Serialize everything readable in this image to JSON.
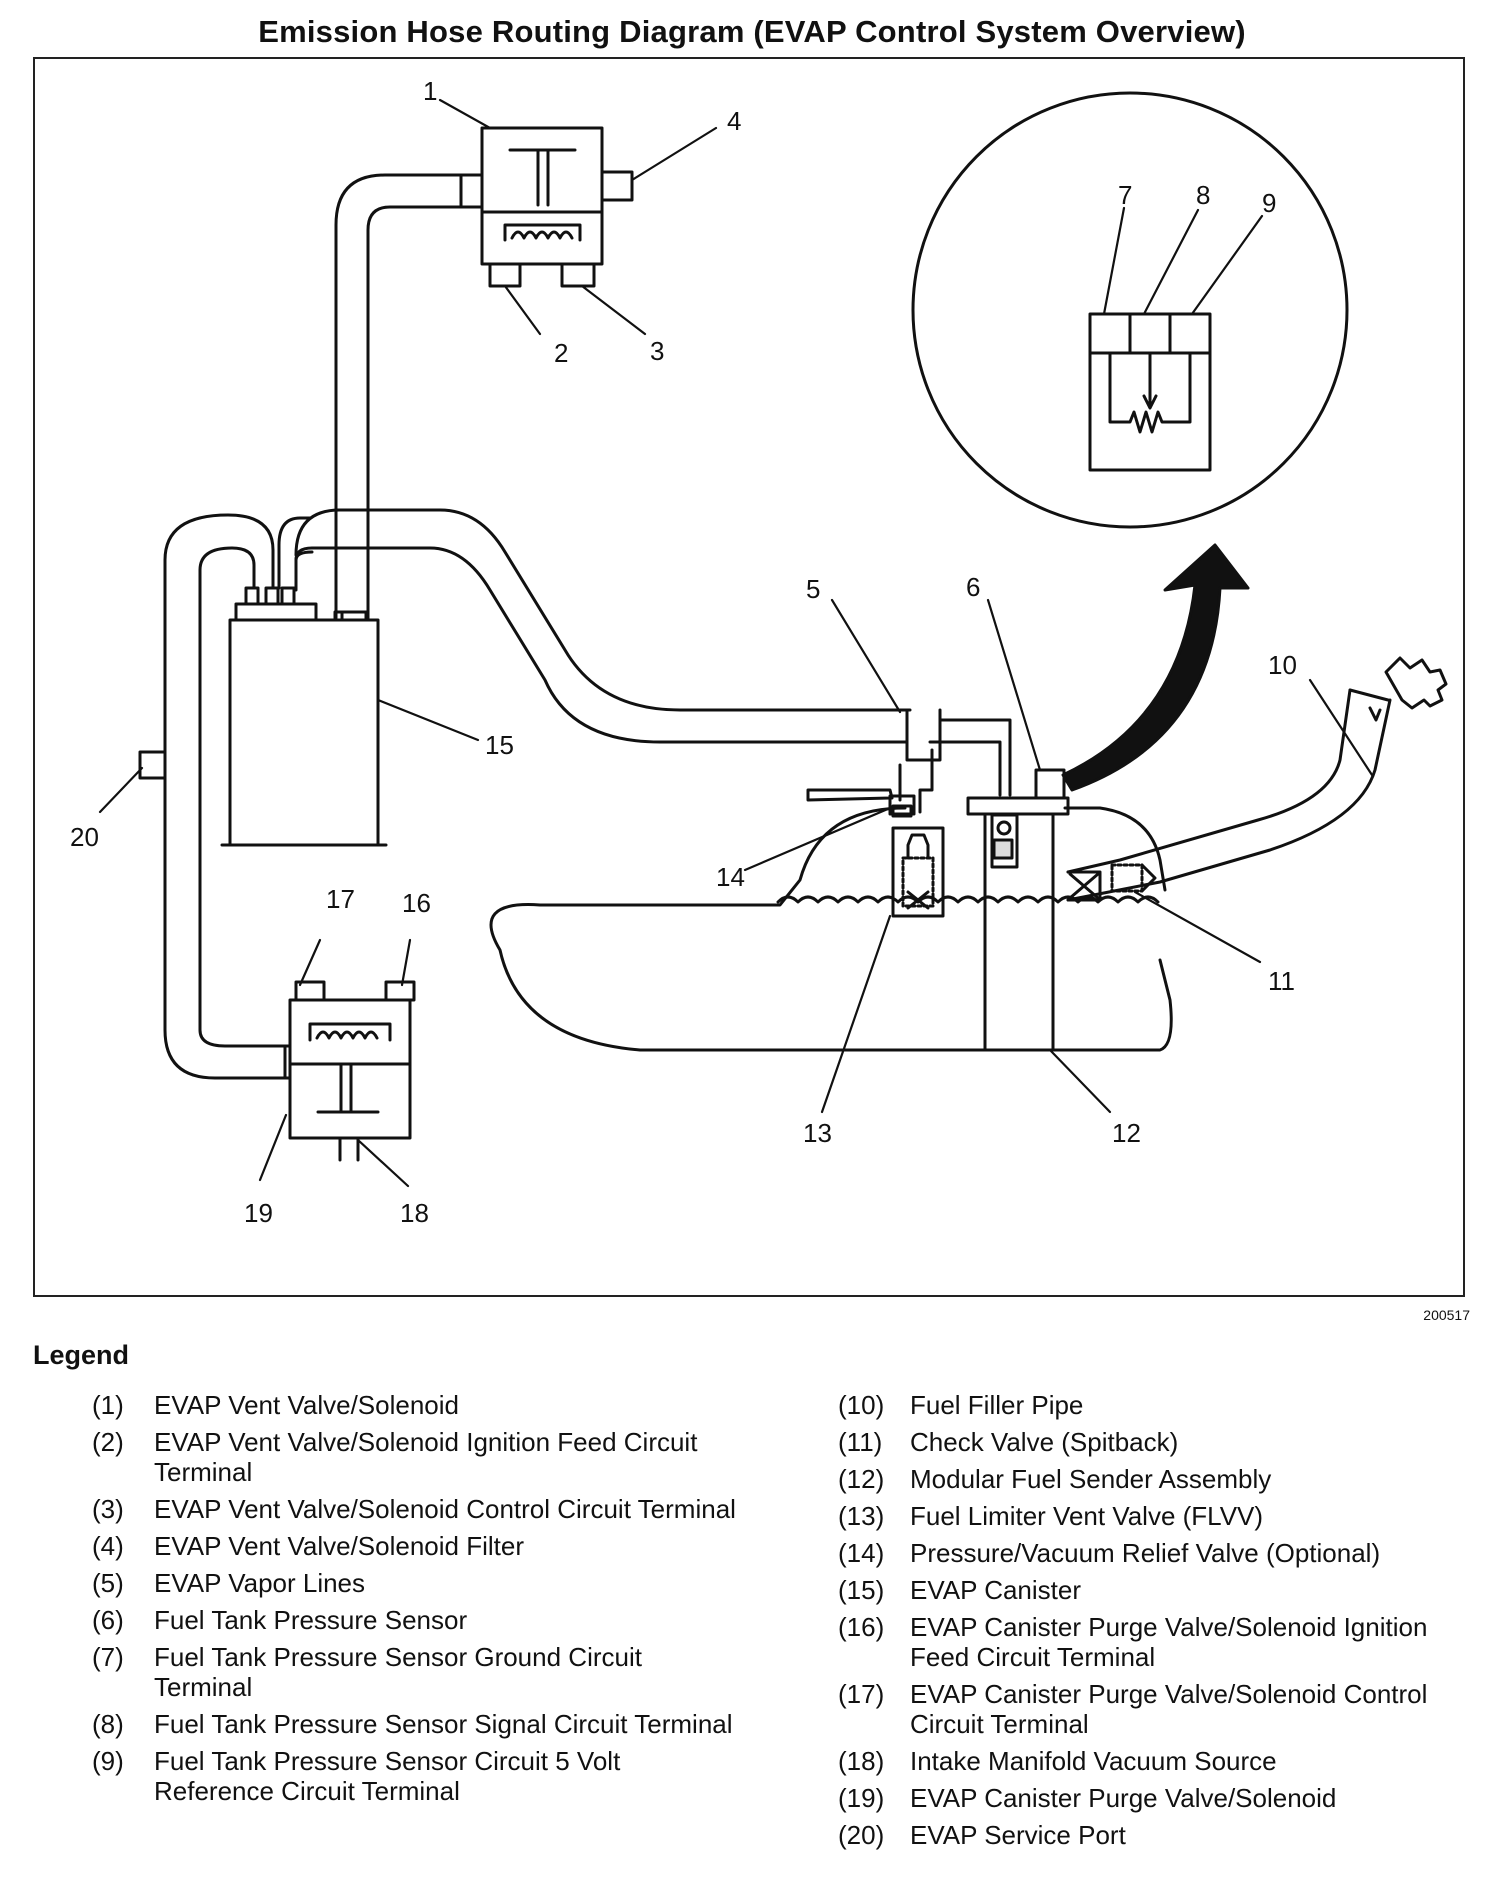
{
  "title": "Emission Hose Routing Diagram (EVAP Control System Overview)",
  "figure_id": "200517",
  "callouts": {
    "c1": "1",
    "c2": "2",
    "c3": "3",
    "c4": "4",
    "c5": "5",
    "c6": "6",
    "c7": "7",
    "c8": "8",
    "c9": "9",
    "c10": "10",
    "c11": "11",
    "c12": "12",
    "c13": "13",
    "c14": "14",
    "c15": "15",
    "c16": "16",
    "c17": "17",
    "c18": "18",
    "c19": "19",
    "c20": "20"
  },
  "legend": {
    "title": "Legend",
    "left": [
      {
        "num": "(1)",
        "text": "EVAP Vent Valve/Solenoid"
      },
      {
        "num": "(2)",
        "text": "EVAP Vent Valve/Solenoid Ignition Feed Circuit Terminal"
      },
      {
        "num": "(3)",
        "text": "EVAP Vent Valve/Solenoid Control Circuit Terminal"
      },
      {
        "num": "(4)",
        "text": "EVAP Vent Valve/Solenoid Filter"
      },
      {
        "num": "(5)",
        "text": "EVAP Vapor Lines"
      },
      {
        "num": "(6)",
        "text": "Fuel Tank Pressure Sensor"
      },
      {
        "num": "(7)",
        "text": "Fuel Tank Pressure Sensor Ground Circuit Terminal"
      },
      {
        "num": "(8)",
        "text": "Fuel Tank Pressure Sensor Signal Circuit Terminal"
      },
      {
        "num": "(9)",
        "text": "Fuel Tank Pressure Sensor Circuit 5 Volt Reference Circuit Terminal"
      }
    ],
    "right": [
      {
        "num": "(10)",
        "text": "Fuel Filler Pipe"
      },
      {
        "num": "(11)",
        "text": "Check Valve (Spitback)"
      },
      {
        "num": "(12)",
        "text": "Modular Fuel Sender Assembly"
      },
      {
        "num": "(13)",
        "text": "Fuel Limiter Vent Valve (FLVV)"
      },
      {
        "num": "(14)",
        "text": "Pressure/Vacuum Relief Valve (Optional)"
      },
      {
        "num": "(15)",
        "text": "EVAP Canister"
      },
      {
        "num": "(16)",
        "text": "EVAP Canister Purge Valve/Solenoid Ignition Feed Circuit Terminal"
      },
      {
        "num": "(17)",
        "text": "EVAP Canister Purge Valve/Solenoid Control Circuit Terminal"
      },
      {
        "num": "(18)",
        "text": "Intake Manifold Vacuum Source"
      },
      {
        "num": "(19)",
        "text": "EVAP Canister Purge Valve/Solenoid"
      },
      {
        "num": "(20)",
        "text": "EVAP Service Port"
      }
    ]
  }
}
